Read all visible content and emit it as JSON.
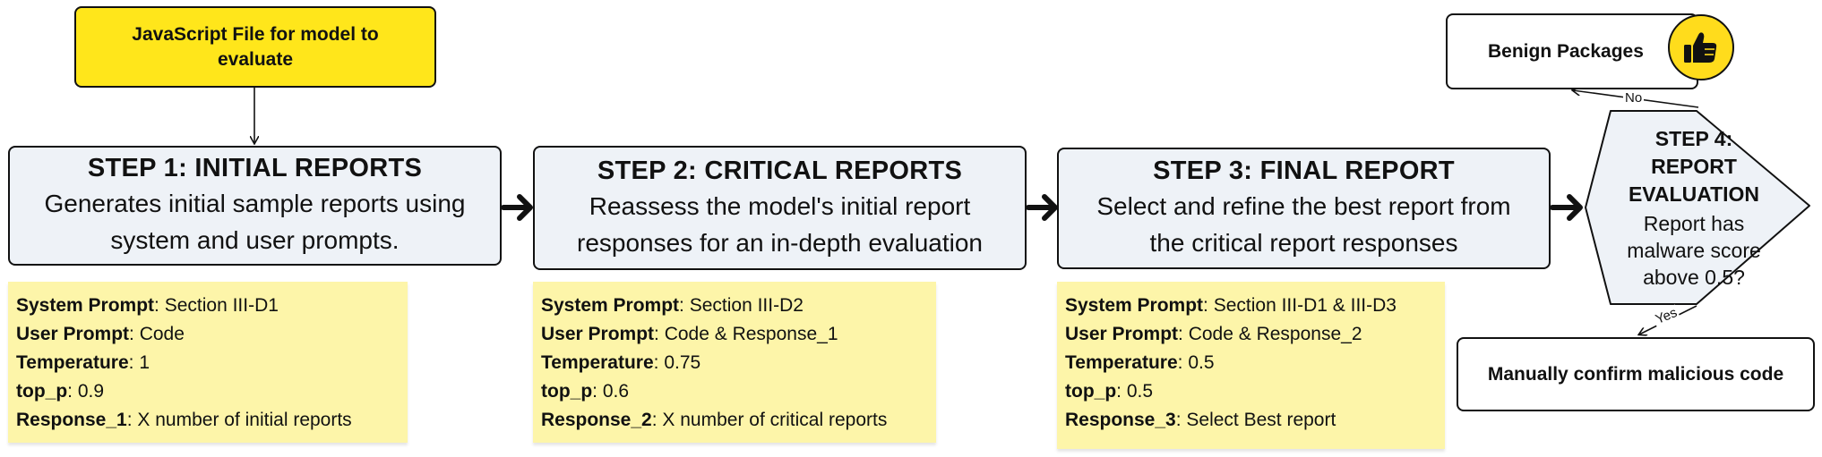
{
  "input": {
    "label": "JavaScript File for model to evaluate"
  },
  "steps": [
    {
      "title": "STEP 1: INITIAL REPORTS",
      "desc_lines": [
        "Generates initial sample reports using",
        "system and user prompts."
      ]
    },
    {
      "title": "STEP 2: CRITICAL REPORTS",
      "desc_lines": [
        "Reassess the model's initial report",
        "responses for an in-depth evaluation"
      ]
    },
    {
      "title": "STEP 3: FINAL REPORT",
      "desc_lines": [
        "Select and refine the best report from",
        "the critical report responses"
      ]
    }
  ],
  "notes": [
    {
      "rows": [
        {
          "key": "System Prompt",
          "value": ": Section III-D1"
        },
        {
          "key": "User Prompt",
          "value": ": Code"
        },
        {
          "key": "Temperature",
          "value": ": 1"
        },
        {
          "key": "top_p",
          "value": ": 0.9"
        },
        {
          "key": "Response_1",
          "value": ": X number of initial reports"
        }
      ]
    },
    {
      "rows": [
        {
          "key": "System Prompt",
          "value": ": Section III-D2"
        },
        {
          "key": "User Prompt",
          "value": ": Code & Response_1"
        },
        {
          "key": "Temperature",
          "value": ": 0.75"
        },
        {
          "key": "top_p",
          "value": ": 0.6"
        },
        {
          "key": "Response_2",
          "value": ": X number of critical reports"
        }
      ]
    },
    {
      "rows": [
        {
          "key": "System Prompt",
          "value": ": Section III-D1 & III-D3"
        },
        {
          "key": "User Prompt",
          "value": ": Code & Response_2"
        },
        {
          "key": "Temperature",
          "value": ": 0.5"
        },
        {
          "key": "top_p",
          "value": ": 0.5"
        },
        {
          "key": "Response_3",
          "value": ": Select Best report"
        }
      ]
    }
  ],
  "decision": {
    "title_lines": [
      "STEP 4:",
      "REPORT",
      "EVALUATION"
    ],
    "desc_lines": [
      "Report has",
      "malware score",
      "above 0.5?"
    ]
  },
  "benign": {
    "label": "Benign Packages",
    "icon": "thumbs-up-icon"
  },
  "confirm": {
    "label": "Manually confirm malicious code"
  },
  "edges": {
    "no_label": "No",
    "yes_label": "Yes"
  },
  "colors": {
    "input_fill": "#ffe61b",
    "step_fill": "#eef2f7",
    "note_fill": "#fdf5a9",
    "badge_fill": "#ffdc1c",
    "stroke": "#111111"
  }
}
